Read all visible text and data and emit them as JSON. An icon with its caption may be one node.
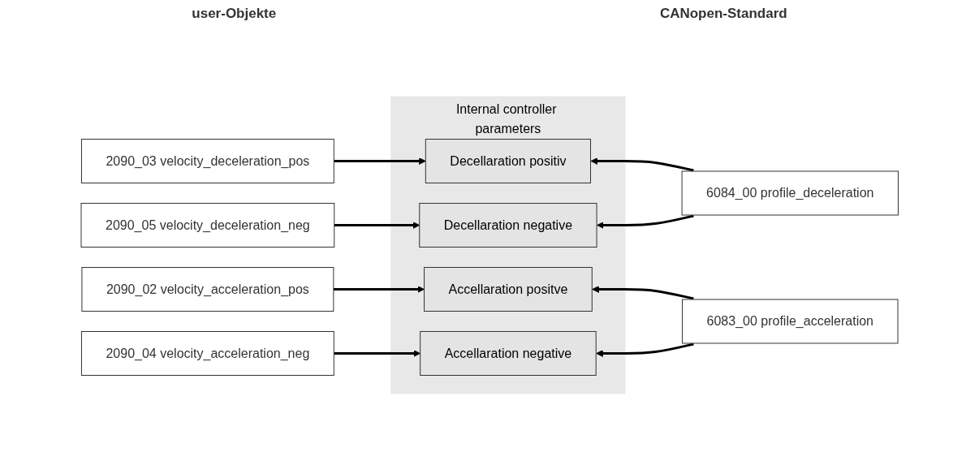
{
  "diagram": {
    "nodes": [
      {
        "text": [
          "Internal controller parameters"
        ]
      },
      {
        "text": [
          "Decellaration positiv"
        ],
        "in": 0
      },
      {
        "text": [
          "Decellaration negative"
        ],
        "in": 0
      },
      {
        "text": [
          "Accellaration positve"
        ],
        "in": 0
      },
      {
        "text": [
          "Accellaration negative"
        ],
        "in": 0
      },
      {
        "text": [
          "2090_03 velocity_deceleration_pos"
        ]
      },
      {
        "text": [
          "2090_05 velocity_deceleration_neg"
        ]
      },
      {
        "text": [
          "6084_00 profile_deceleration"
        ]
      },
      {
        "text": [
          "2090_02 velocity_acceleration_pos"
        ]
      },
      {
        "text": [
          "2090_04 velocity_acceleration_neg"
        ]
      },
      {
        "text": [
          "6083_00 profile_acceleration"
        ]
      }
    ],
    "edges": [
      {
        "from": 5,
        "to": 1,
        "arrow": "to"
      },
      {
        "from": 6,
        "to": 2,
        "arrow": "to"
      },
      {
        "from": 7,
        "to": 1,
        "arrow": "to"
      },
      {
        "from": 7,
        "to": 2,
        "arrow": "to"
      },
      {
        "from": 8,
        "to": 3,
        "arrow": "to"
      },
      {
        "from": 9,
        "to": 4,
        "arrow": "to"
      },
      {
        "from": 10,
        "to": 3,
        "arrow": "to"
      },
      {
        "from": 10,
        "to": 4,
        "arrow": "to"
      }
    ],
    "labels": [
      "user-Objekte",
      "CANopen-Standard"
    ]
  }
}
